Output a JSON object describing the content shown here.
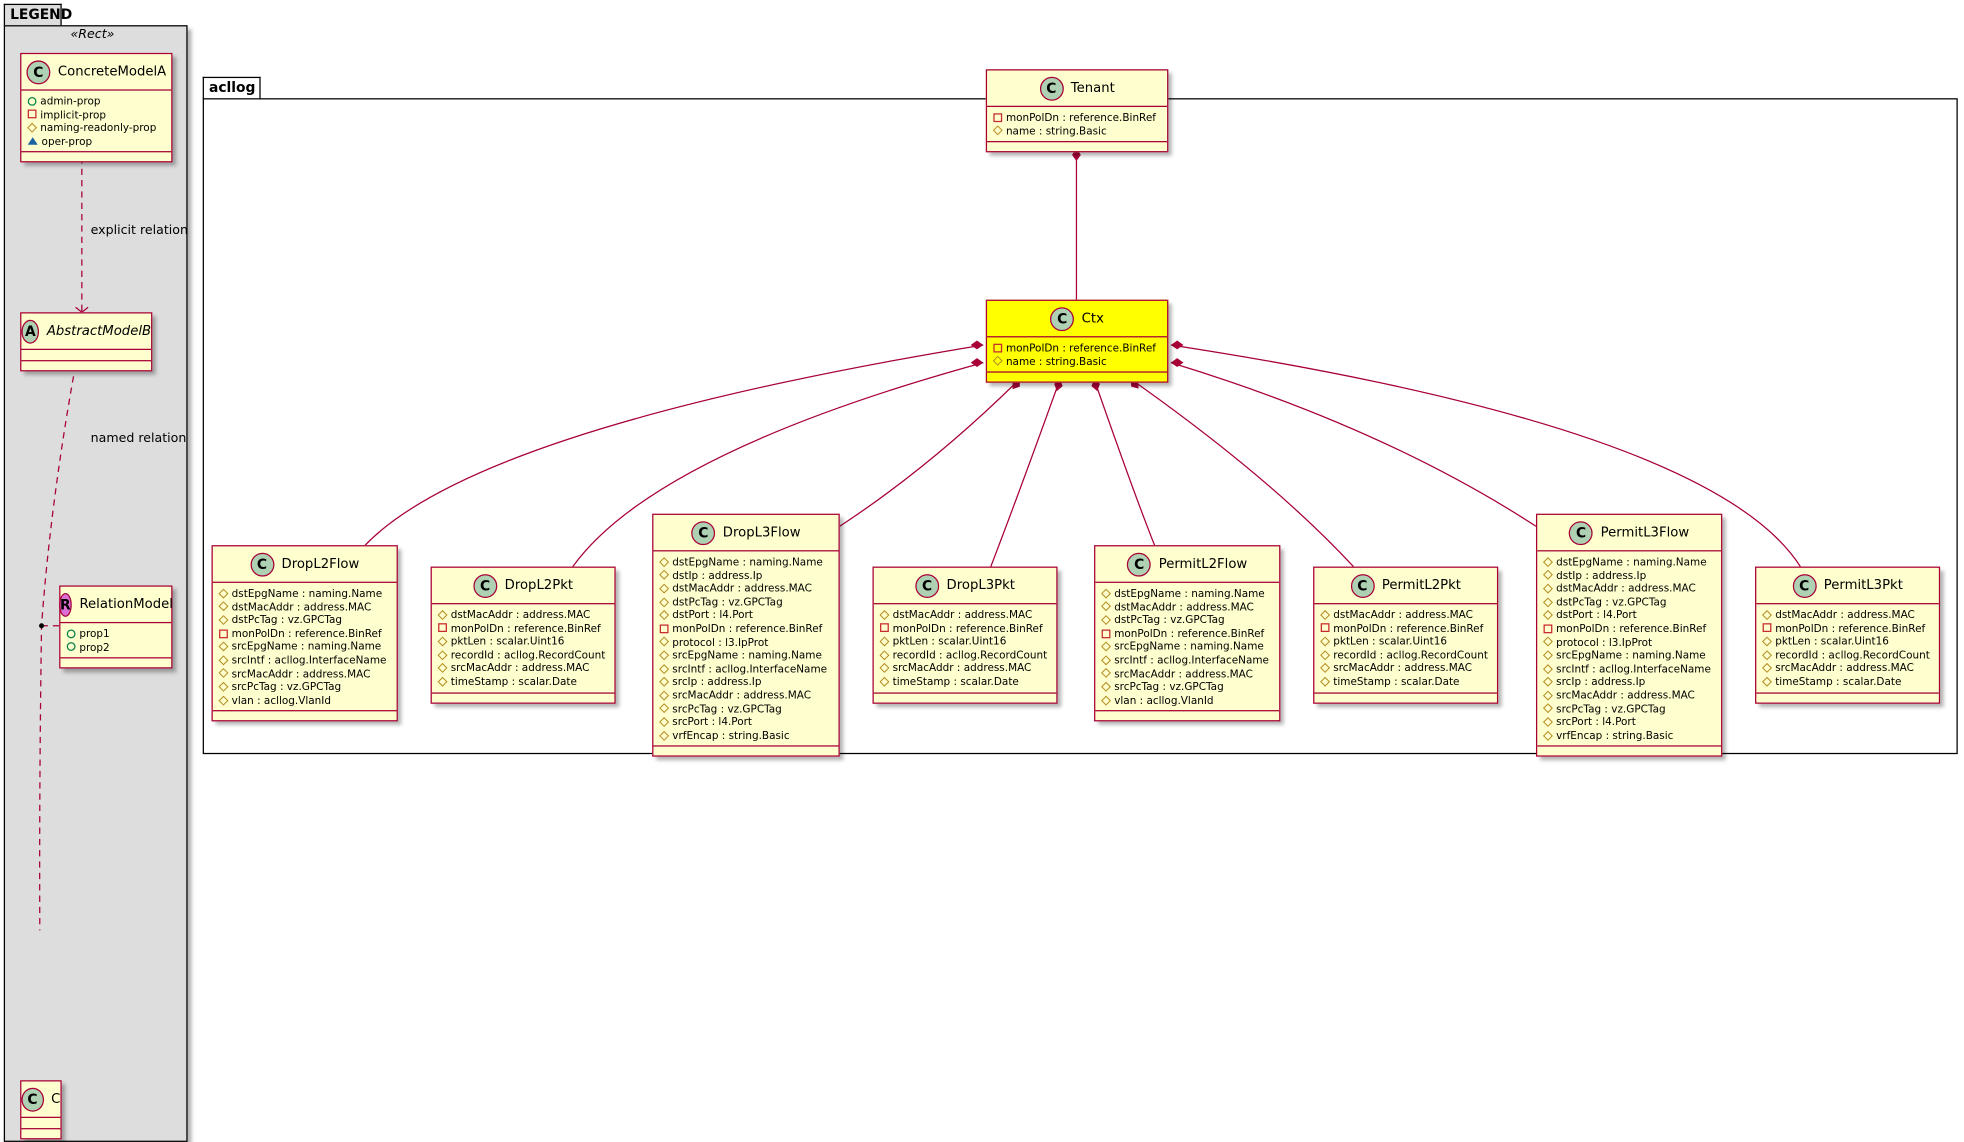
{
  "legend": {
    "title": "LEGEND",
    "stereotype": "«Rect»",
    "explicit_relation_label": "explicit relation",
    "named_relation_label": "named relation",
    "classes": [
      {
        "id": "ConcreteModelA",
        "icon": "C",
        "name": "ConcreteModelA",
        "members": [
          {
            "vis": "pub",
            "text": "admin-prop"
          },
          {
            "vis": "priv",
            "text": "implicit-prop"
          },
          {
            "vis": "prot",
            "text": "naming-readonly-prop"
          },
          {
            "vis": "pkgv",
            "text": "oper-prop"
          }
        ]
      },
      {
        "id": "AbstractModelB",
        "icon": "A",
        "name": "AbstractModelB",
        "italic": true,
        "members": []
      },
      {
        "id": "RelationModel",
        "icon": "R",
        "name": "RelationModel",
        "members": [
          {
            "vis": "pub",
            "text": "prop1"
          },
          {
            "vis": "pub",
            "text": "prop2"
          }
        ]
      },
      {
        "id": "C",
        "icon": "C",
        "name": "C",
        "members": []
      }
    ]
  },
  "package": {
    "title": "acllog",
    "classes": [
      {
        "id": "Tenant",
        "name": "Tenant",
        "members": [
          {
            "vis": "priv",
            "text": "monPolDn : reference.BinRef"
          },
          {
            "vis": "prot",
            "text": "name : string.Basic"
          }
        ]
      },
      {
        "id": "Ctx",
        "name": "Ctx",
        "highlight": true,
        "members": [
          {
            "vis": "priv",
            "text": "monPolDn : reference.BinRef"
          },
          {
            "vis": "prot",
            "text": "name : string.Basic"
          }
        ]
      },
      {
        "id": "DropL2Flow",
        "name": "DropL2Flow",
        "members": [
          {
            "vis": "prot",
            "text": "dstEpgName : naming.Name"
          },
          {
            "vis": "prot",
            "text": "dstMacAddr : address.MAC"
          },
          {
            "vis": "prot",
            "text": "dstPcTag : vz.GPCTag"
          },
          {
            "vis": "priv",
            "text": "monPolDn : reference.BinRef"
          },
          {
            "vis": "prot",
            "text": "srcEpgName : naming.Name"
          },
          {
            "vis": "prot",
            "text": "srcIntf : acllog.InterfaceName"
          },
          {
            "vis": "prot",
            "text": "srcMacAddr : address.MAC"
          },
          {
            "vis": "prot",
            "text": "srcPcTag : vz.GPCTag"
          },
          {
            "vis": "prot",
            "text": "vlan : acllog.VlanId"
          }
        ]
      },
      {
        "id": "DropL2Pkt",
        "name": "DropL2Pkt",
        "members": [
          {
            "vis": "prot",
            "text": "dstMacAddr : address.MAC"
          },
          {
            "vis": "priv",
            "text": "monPolDn : reference.BinRef"
          },
          {
            "vis": "prot",
            "text": "pktLen : scalar.Uint16"
          },
          {
            "vis": "prot",
            "text": "recordId : acllog.RecordCount"
          },
          {
            "vis": "prot",
            "text": "srcMacAddr : address.MAC"
          },
          {
            "vis": "prot",
            "text": "timeStamp : scalar.Date"
          }
        ]
      },
      {
        "id": "DropL3Flow",
        "name": "DropL3Flow",
        "members": [
          {
            "vis": "prot",
            "text": "dstEpgName : naming.Name"
          },
          {
            "vis": "prot",
            "text": "dstIp : address.Ip"
          },
          {
            "vis": "prot",
            "text": "dstMacAddr : address.MAC"
          },
          {
            "vis": "prot",
            "text": "dstPcTag : vz.GPCTag"
          },
          {
            "vis": "prot",
            "text": "dstPort : l4.Port"
          },
          {
            "vis": "priv",
            "text": "monPolDn : reference.BinRef"
          },
          {
            "vis": "prot",
            "text": "protocol : l3.IpProt"
          },
          {
            "vis": "prot",
            "text": "srcEpgName : naming.Name"
          },
          {
            "vis": "prot",
            "text": "srcIntf : acllog.InterfaceName"
          },
          {
            "vis": "prot",
            "text": "srcIp : address.Ip"
          },
          {
            "vis": "prot",
            "text": "srcMacAddr : address.MAC"
          },
          {
            "vis": "prot",
            "text": "srcPcTag : vz.GPCTag"
          },
          {
            "vis": "prot",
            "text": "srcPort : l4.Port"
          },
          {
            "vis": "prot",
            "text": "vrfEncap : string.Basic"
          }
        ]
      },
      {
        "id": "DropL3Pkt",
        "name": "DropL3Pkt",
        "members": [
          {
            "vis": "prot",
            "text": "dstMacAddr : address.MAC"
          },
          {
            "vis": "priv",
            "text": "monPolDn : reference.BinRef"
          },
          {
            "vis": "prot",
            "text": "pktLen : scalar.Uint16"
          },
          {
            "vis": "prot",
            "text": "recordId : acllog.RecordCount"
          },
          {
            "vis": "prot",
            "text": "srcMacAddr : address.MAC"
          },
          {
            "vis": "prot",
            "text": "timeStamp : scalar.Date"
          }
        ]
      },
      {
        "id": "PermitL2Flow",
        "name": "PermitL2Flow",
        "members": [
          {
            "vis": "prot",
            "text": "dstEpgName : naming.Name"
          },
          {
            "vis": "prot",
            "text": "dstMacAddr : address.MAC"
          },
          {
            "vis": "prot",
            "text": "dstPcTag : vz.GPCTag"
          },
          {
            "vis": "priv",
            "text": "monPolDn : reference.BinRef"
          },
          {
            "vis": "prot",
            "text": "srcEpgName : naming.Name"
          },
          {
            "vis": "prot",
            "text": "srcIntf : acllog.InterfaceName"
          },
          {
            "vis": "prot",
            "text": "srcMacAddr : address.MAC"
          },
          {
            "vis": "prot",
            "text": "srcPcTag : vz.GPCTag"
          },
          {
            "vis": "prot",
            "text": "vlan : acllog.VlanId"
          }
        ]
      },
      {
        "id": "PermitL2Pkt",
        "name": "PermitL2Pkt",
        "members": [
          {
            "vis": "prot",
            "text": "dstMacAddr : address.MAC"
          },
          {
            "vis": "priv",
            "text": "monPolDn : reference.BinRef"
          },
          {
            "vis": "prot",
            "text": "pktLen : scalar.Uint16"
          },
          {
            "vis": "prot",
            "text": "recordId : acllog.RecordCount"
          },
          {
            "vis": "prot",
            "text": "srcMacAddr : address.MAC"
          },
          {
            "vis": "prot",
            "text": "timeStamp : scalar.Date"
          }
        ]
      },
      {
        "id": "PermitL3Flow",
        "name": "PermitL3Flow",
        "members": [
          {
            "vis": "prot",
            "text": "dstEpgName : naming.Name"
          },
          {
            "vis": "prot",
            "text": "dstIp : address.Ip"
          },
          {
            "vis": "prot",
            "text": "dstMacAddr : address.MAC"
          },
          {
            "vis": "prot",
            "text": "dstPcTag : vz.GPCTag"
          },
          {
            "vis": "prot",
            "text": "dstPort : l4.Port"
          },
          {
            "vis": "priv",
            "text": "monPolDn : reference.BinRef"
          },
          {
            "vis": "prot",
            "text": "protocol : l3.IpProt"
          },
          {
            "vis": "prot",
            "text": "srcEpgName : naming.Name"
          },
          {
            "vis": "prot",
            "text": "srcIntf : acllog.InterfaceName"
          },
          {
            "vis": "prot",
            "text": "srcIp : address.Ip"
          },
          {
            "vis": "prot",
            "text": "srcMacAddr : address.MAC"
          },
          {
            "vis": "prot",
            "text": "srcPcTag : vz.GPCTag"
          },
          {
            "vis": "prot",
            "text": "srcPort : l4.Port"
          },
          {
            "vis": "prot",
            "text": "vrfEncap : string.Basic"
          }
        ]
      },
      {
        "id": "PermitL3Pkt",
        "name": "PermitL3Pkt",
        "members": [
          {
            "vis": "prot",
            "text": "dstMacAddr : address.MAC"
          },
          {
            "vis": "priv",
            "text": "monPolDn : reference.BinRef"
          },
          {
            "vis": "prot",
            "text": "pktLen : scalar.Uint16"
          },
          {
            "vis": "prot",
            "text": "recordId : acllog.RecordCount"
          },
          {
            "vis": "prot",
            "text": "srcMacAddr : address.MAC"
          },
          {
            "vis": "prot",
            "text": "timeStamp : scalar.Date"
          }
        ]
      }
    ]
  },
  "colors": {
    "line": "#a80036",
    "class_bg": "#fefece",
    "highlight_bg": "#ffff00",
    "legend_bg": "#dddddd"
  }
}
